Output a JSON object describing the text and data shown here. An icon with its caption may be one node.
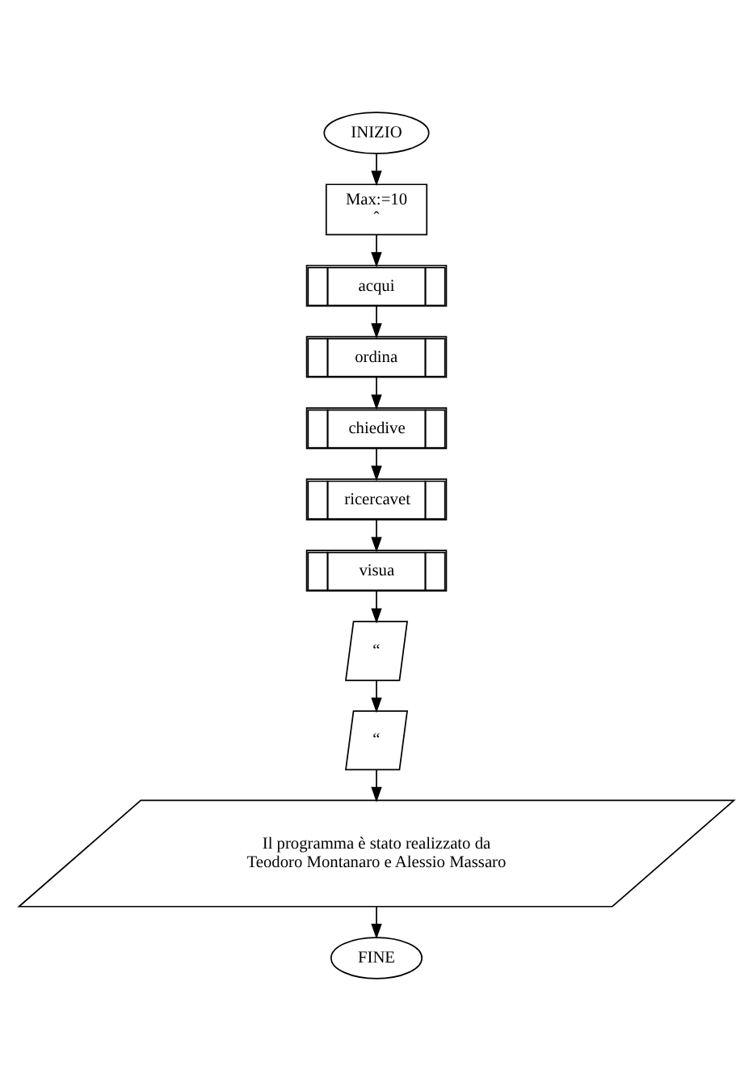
{
  "diagram": {
    "nodes": [
      {
        "text": [
          "INIZIO"
        ]
      },
      {
        "text": [
          "Max:=10",
          "ˆ"
        ]
      },
      {
        "text": [
          "acqui"
        ]
      },
      {
        "text": [
          "ordina"
        ]
      },
      {
        "text": [
          "chiedive"
        ]
      },
      {
        "text": [
          "ricercavet"
        ]
      },
      {
        "text": [
          "visua"
        ]
      },
      {
        "text": [
          "“"
        ]
      },
      {
        "text": [
          "“"
        ]
      },
      {
        "text": [
          "Il programma è stato realizzato da Teodoro Montanaro e Alessio Massaro"
        ]
      },
      {
        "text": [
          "FINE"
        ]
      }
    ],
    "edges": [
      {
        "from": 0,
        "to": 1,
        "arrow": "to"
      },
      {
        "from": 1,
        "to": 2,
        "arrow": "to"
      },
      {
        "from": 2,
        "to": 3,
        "arrow": "to"
      },
      {
        "from": 3,
        "to": 4,
        "arrow": "to"
      },
      {
        "from": 4,
        "to": 5,
        "arrow": "to"
      },
      {
        "from": 5,
        "to": 6,
        "arrow": "to"
      },
      {
        "from": 6,
        "to": 7,
        "arrow": "to"
      },
      {
        "from": 7,
        "to": 8,
        "arrow": "to"
      },
      {
        "from": 8,
        "to": 9,
        "arrow": "to"
      },
      {
        "from": 9,
        "to": 10,
        "arrow": "to"
      }
    ]
  }
}
